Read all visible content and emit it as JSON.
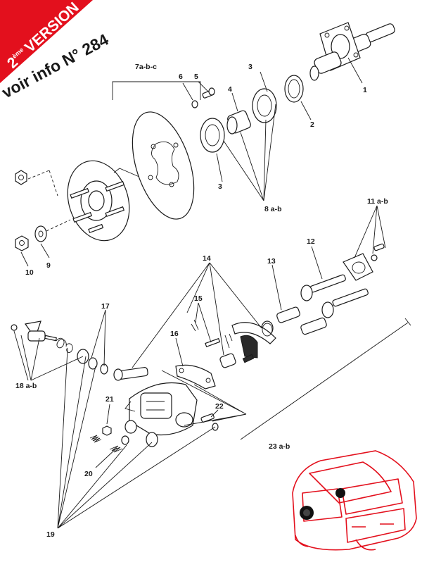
{
  "banner": {
    "version_prefix": "2",
    "version_sup": "ème",
    "version_word": "VERSION",
    "info_text": "voir info N° 284",
    "color": "#e3101d"
  },
  "labels": {
    "p1": "1",
    "p2": "2",
    "p3a": "3",
    "p3b": "3",
    "p4": "4",
    "p5": "5",
    "p6": "6",
    "p7": "7a-b-c",
    "p8": "8 a-b",
    "p9": "9",
    "p10": "10",
    "p11": "11 a-b",
    "p12": "12",
    "p13": "13",
    "p14": "14",
    "p15": "15",
    "p16": "16",
    "p17": "17",
    "p18": "18 a-b",
    "p19": "19",
    "p20": "20",
    "p21": "21",
    "p22": "22",
    "p23": "23 a-b"
  },
  "icons": {
    "locator": "car-location-icon"
  }
}
